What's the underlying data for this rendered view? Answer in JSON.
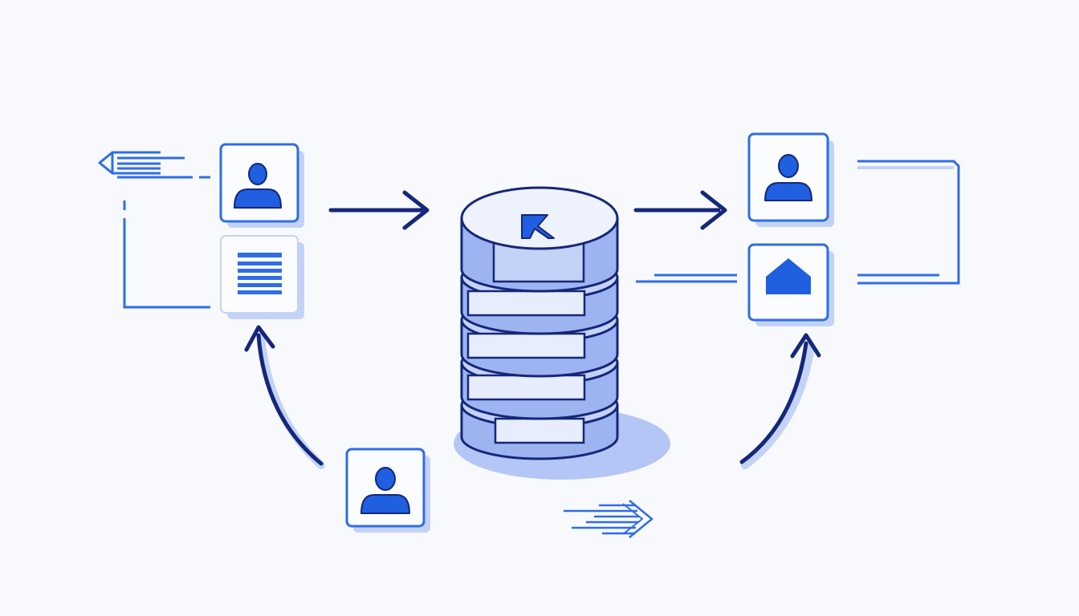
{
  "colors": {
    "background": "#f8f9fd",
    "navy": "#15277a",
    "blue": "#1f5fe0",
    "accent_blue": "#2f6de6",
    "light_blue": "#c3d2f7",
    "mid_blue": "#9db4f1",
    "shadow_blue": "#b9c9f6",
    "pale_blue": "#e7edfc",
    "card_fill": "#fbfcff"
  },
  "nodes": [
    {
      "id": "left-user-card",
      "icon": "user-icon"
    },
    {
      "id": "left-document-card",
      "icon": "document-icon"
    },
    {
      "id": "database",
      "icon": "database-icon",
      "top_glyph": "pointer-icon"
    },
    {
      "id": "right-user-card",
      "icon": "user-icon"
    },
    {
      "id": "right-upload-card",
      "icon": "upload-icon"
    },
    {
      "id": "bottom-user-card",
      "icon": "user-icon"
    }
  ],
  "connections": [
    {
      "from": "left-user-card",
      "to": "database",
      "style": "straight-arrow"
    },
    {
      "from": "database",
      "to": "right-user-card",
      "style": "straight-arrow"
    },
    {
      "from": "bottom-user-card",
      "to": "left-document-card",
      "style": "curved-arrow"
    },
    {
      "from": "database",
      "to": "right-upload-card",
      "style": "curved-arrow"
    }
  ]
}
